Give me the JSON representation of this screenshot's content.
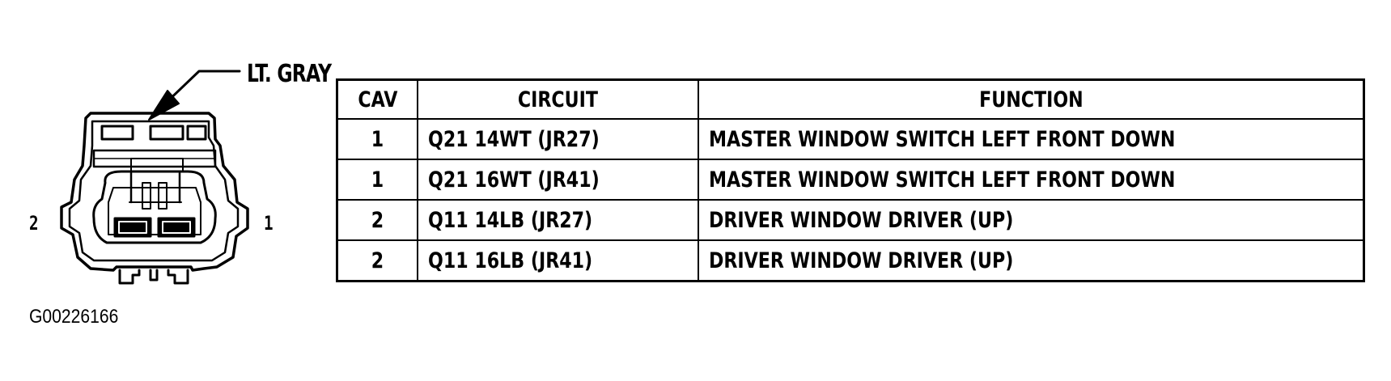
{
  "connector": {
    "color_label": "LT. GRAY",
    "pin_left": "2",
    "pin_right": "1"
  },
  "figure_id": "G00226166",
  "table": {
    "headers": [
      "CAV",
      "CIRCUIT",
      "FUNCTION"
    ],
    "rows": [
      {
        "cav": "1",
        "circuit": "Q21 14WT (JR27)",
        "function": "MASTER WINDOW SWITCH LEFT FRONT DOWN"
      },
      {
        "cav": "1",
        "circuit": "Q21 16WT (JR41)",
        "function": "MASTER WINDOW SWITCH LEFT FRONT DOWN"
      },
      {
        "cav": "2",
        "circuit": "Q11 14LB (JR27)",
        "function": "DRIVER WINDOW DRIVER (UP)"
      },
      {
        "cav": "2",
        "circuit": "Q11 16LB (JR41)",
        "function": "DRIVER WINDOW DRIVER (UP)"
      }
    ]
  }
}
